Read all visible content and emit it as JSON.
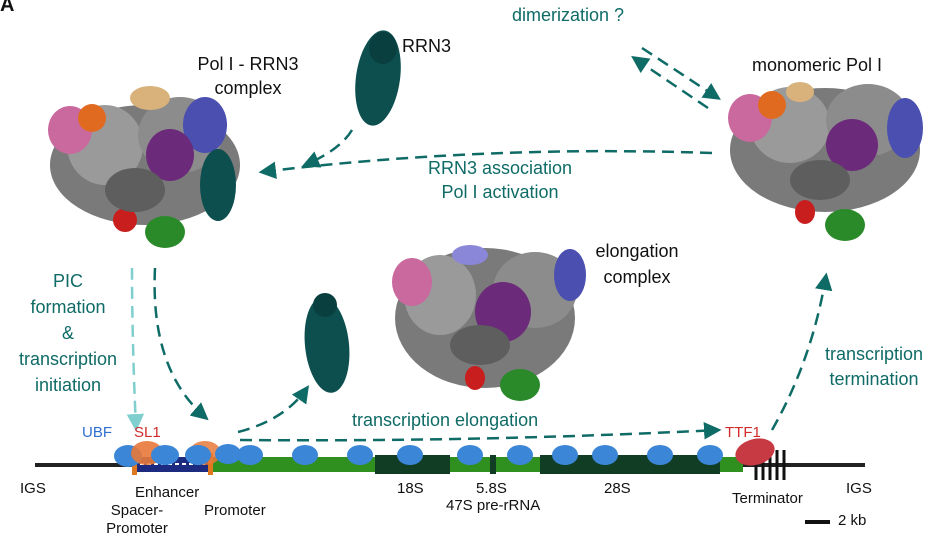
{
  "panel_letter": "A",
  "structures": {
    "pol_rrn3": [
      "Pol I - RRN3",
      "complex"
    ],
    "rrn3": "RRN3",
    "monomeric": "monomeric Pol I",
    "elongation": [
      "elongation",
      "complex"
    ]
  },
  "steps": {
    "dimerization": "dimerization ?",
    "association": [
      "RRN3 association",
      "Pol I activation"
    ],
    "pic": [
      "PIC",
      "formation",
      "&",
      "transcription",
      "initiation"
    ],
    "elongation": "transcription elongation",
    "termination": [
      "transcription",
      "termination"
    ]
  },
  "factors": {
    "ubf": "UBF",
    "sl1": "SL1",
    "ttf1": "TTF1"
  },
  "gene": {
    "igs_left": "IGS",
    "igs_right": "IGS",
    "enhancer": "Enhancer",
    "spacer_promoter": [
      "Spacer-",
      "Promoter"
    ],
    "promoter": "Promoter",
    "r18s": "18S",
    "r58s": "5.8S",
    "pre_rrna": "47S pre-rRNA",
    "r28s": "28S",
    "terminator": "Terminator"
  },
  "scale_bar": "2 kb",
  "colors": {
    "teal": "#0f6b66",
    "teal_light": "#7fcfcf",
    "gene_green": "#2f8f1f",
    "rrna_dark": "#123d25",
    "polymerase_blue": "#3b86d6",
    "ubf_blue": "#2e6fd0",
    "sl1_orange": "#e8793a",
    "ttf1_red": "#c73a44",
    "rrn3_teal": "#0d4f4f",
    "core_gray": "#7a7a7a",
    "purple": "#6b2a7a",
    "green_sub": "#2a8a2a",
    "red_sub": "#c81e1e",
    "orange_sub": "#e06a1f",
    "pink_sub": "#c9699e",
    "tan_sub": "#d8b27a",
    "indigo_sub": "#4a4fb0"
  }
}
